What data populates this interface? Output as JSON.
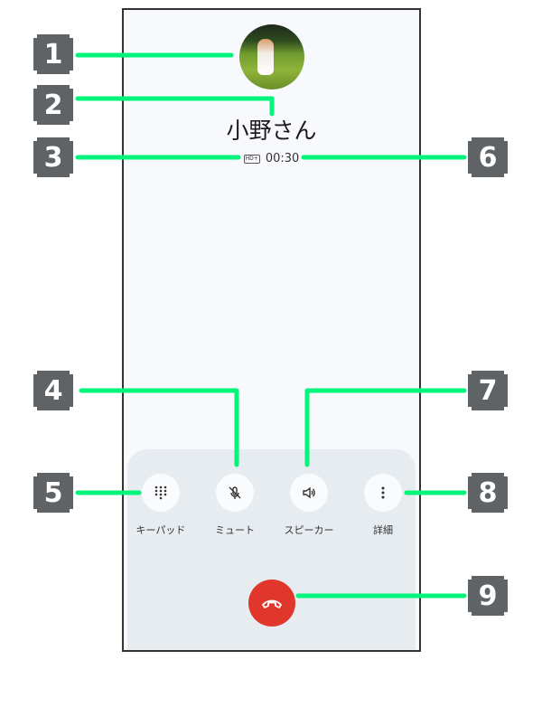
{
  "caller": {
    "name": "小野さん",
    "hd_badge": "HD+",
    "duration": "00:30"
  },
  "controls": [
    {
      "label": "キーパッド",
      "icon": "keypad-icon"
    },
    {
      "label": "ミュート",
      "icon": "mic-off-icon"
    },
    {
      "label": "スピーカー",
      "icon": "speaker-icon"
    },
    {
      "label": "詳細",
      "icon": "more-vert-icon"
    }
  ],
  "end_call": {
    "icon": "end-call-icon",
    "color": "#e0362c"
  },
  "callouts": [
    "1",
    "2",
    "3",
    "4",
    "5",
    "6",
    "7",
    "8",
    "9"
  ],
  "accent": "#00f57a"
}
